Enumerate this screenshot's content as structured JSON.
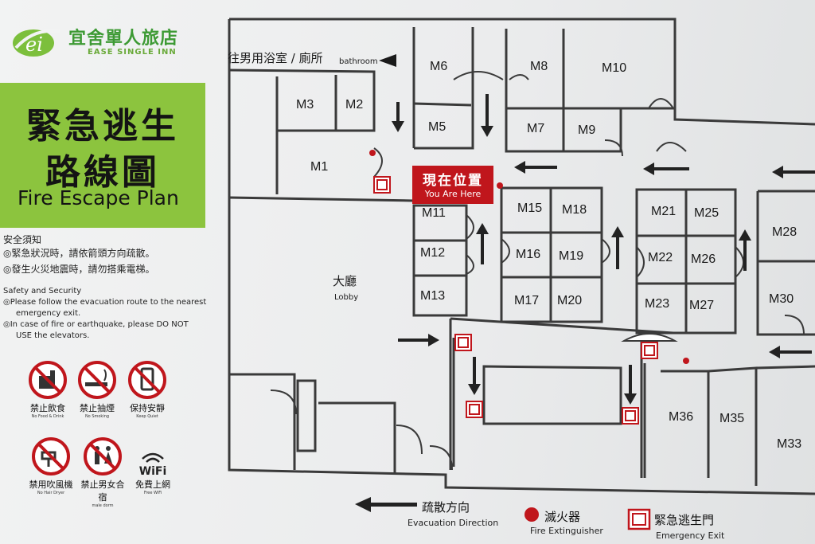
{
  "brand": {
    "name": "宜舍單人旅店",
    "subname": "EASE SINGLE INN",
    "logo_text": "ei"
  },
  "title": {
    "zh_line1": "緊急逃生",
    "zh_line2": "路線圖",
    "en": "Fire Escape Plan"
  },
  "safety": {
    "zh_heading": "安全須知",
    "zh_rules": [
      "◎緊急狀況時，請依箭頭方向疏散。",
      "◎發生火災地震時，請勿搭乘電梯。"
    ],
    "en_heading": "Safety and Security",
    "en_rules": [
      "◎Please follow the evacuation route to the nearest",
      "emergency exit.",
      "◎In case of fire or earthquake, please DO NOT",
      "USE the elevators."
    ]
  },
  "prohibitions": [
    {
      "zh": "禁止飲食",
      "en": "No Food & Drink",
      "icon": "no-food-icon"
    },
    {
      "zh": "禁止抽煙",
      "en": "No Smoking",
      "icon": "no-smoking-icon"
    },
    {
      "zh": "保持安靜",
      "en": "Keep Quiet",
      "icon": "no-phone-icon"
    },
    {
      "zh": "禁用吹風機",
      "en": "No Hair Dryer",
      "icon": "no-hairdryer-icon"
    },
    {
      "zh": "禁止男女合宿",
      "en": "male dorm",
      "icon": "no-mixed-gender-icon"
    },
    {
      "zh": "免費上網",
      "en": "Free WiFi",
      "icon": "wifi-icon",
      "label": "WiFi"
    }
  ],
  "plan": {
    "bathroom_label": {
      "zh": "往男用浴室 / 廁所",
      "en": "bathroom"
    },
    "lobby": {
      "zh": "大廳",
      "en": "Lobby"
    },
    "you_are_here": {
      "zh": "現在位置",
      "en": "You Are Here"
    },
    "rooms": [
      "M1",
      "M2",
      "M3",
      "M5",
      "M6",
      "M7",
      "M8",
      "M9",
      "M10",
      "M11",
      "M12",
      "M13",
      "M15",
      "M16",
      "M17",
      "M18",
      "M19",
      "M20",
      "M21",
      "M22",
      "M23",
      "M25",
      "M26",
      "M27",
      "M28",
      "M30",
      "M33",
      "M35",
      "M36"
    ]
  },
  "legend": {
    "evacuation": {
      "zh": "疏散方向",
      "en": "Evacuation Direction"
    },
    "extinguisher": {
      "zh": "滅火器",
      "en": "Fire Extinguisher"
    },
    "exit": {
      "zh": "緊急逃生門",
      "en": "Emergency Exit"
    }
  },
  "colors": {
    "brand_green": "#8cc43e",
    "logo_green": "#3d9a34",
    "alert_red": "#c0161c",
    "wall": "#3a3a3a"
  }
}
